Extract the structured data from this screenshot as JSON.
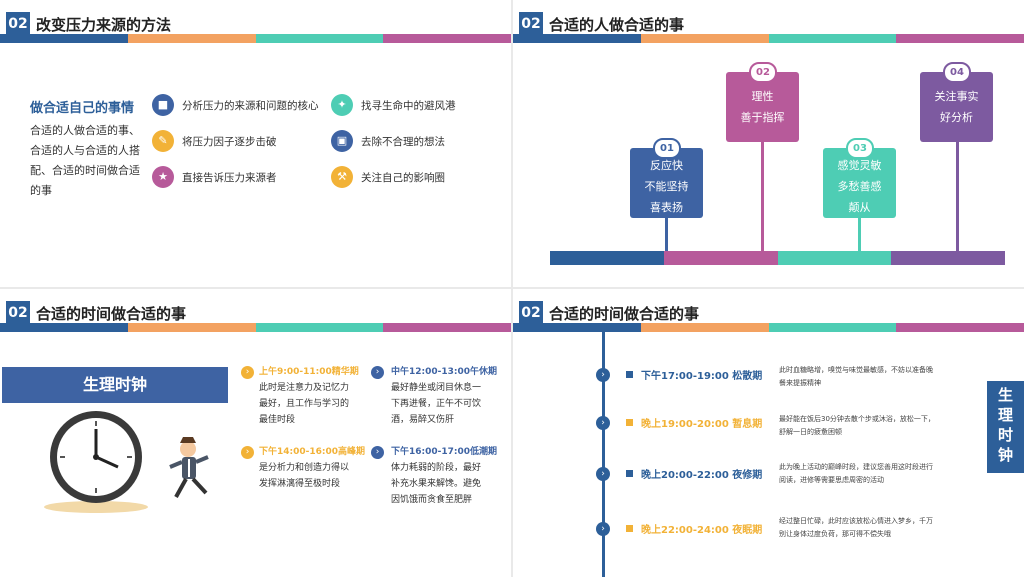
{
  "colors": {
    "blue": "#2d5f99",
    "orange": "#f3a261",
    "teal": "#4ecdb4",
    "purple": "#b75a9a",
    "yellow": "#f2b237"
  },
  "slide1": {
    "badge": "02",
    "title": "改变压力来源的方法",
    "heading": "做合适自己的事情",
    "body": "合适的人做合适的事、合适的人与合适的人搭配、合适的时间做合适的事",
    "items": [
      {
        "label": "分析压力的来源和问题的核心",
        "icon": "video-icon"
      },
      {
        "label": "找寻生命中的避风港",
        "icon": "magic-wand-icon"
      },
      {
        "label": "将压力因子逐步击破",
        "icon": "pencil-icon"
      },
      {
        "label": "去除不合理的想法",
        "icon": "briefcase-icon"
      },
      {
        "label": "直接告诉压力来源者",
        "icon": "star-icon"
      },
      {
        "label": "关注自己的影响圈",
        "icon": "hammer-icon"
      }
    ]
  },
  "slide2": {
    "badge": "02",
    "title": "合适的人做合适的事",
    "cards": [
      {
        "num": "01",
        "line1": "反应快",
        "line2": "不能坚持",
        "line3": "喜表扬"
      },
      {
        "num": "02",
        "line1": "理性",
        "line2": "善于指挥"
      },
      {
        "num": "03",
        "line1": "感觉灵敏",
        "line2": "多愁善感",
        "line3": "颠从"
      },
      {
        "num": "04",
        "line1": "关注事实",
        "line2": "好分析"
      }
    ]
  },
  "slide3": {
    "badge": "02",
    "title": "合适的时间做合适的事",
    "banner": "生理时钟",
    "blocks": [
      {
        "title": "上午9:00-11:00精华期",
        "text": [
          "此时是注意力及记忆力",
          "最好，且工作与学习的",
          "最佳时段"
        ]
      },
      {
        "title": "中午12:00-13:00午休期",
        "text": [
          "最好静坐或闭目休息一",
          "下再进餐，正午不可饮",
          "酒，易醉又伤肝"
        ]
      },
      {
        "title": "下午14:00-16:00高峰期",
        "text": [
          "是分析力和创造力得以",
          "发挥淋漓得至极时段"
        ]
      },
      {
        "title": "下午16:00-17:00低潮期",
        "text": [
          "体力耗弱的阶段，最好",
          "补充水果来解馋。避免",
          "因饥饿而贪食至肥胖"
        ]
      }
    ]
  },
  "slide4": {
    "badge": "02",
    "title": "合适的时间做合适的事",
    "side": "生理时钟",
    "items": [
      {
        "label": "下午17:00-19:00 松散期",
        "desc": "此时血糖略增，嗅觉与味觉最敏感，不妨以准备晚餐来提振精神"
      },
      {
        "label": "晚上19:00-20:00 暂息期",
        "desc": "最好能在饭后30分钟去散个步或沐浴，放松一下，舒解一日的疲惫困顿"
      },
      {
        "label": "晚上20:00-22:00 夜修期",
        "desc": "此为晚上活动的巅峰时段，建议您善用这时段进行阅读，进修等需要思虑周密的活动"
      },
      {
        "label": "晚上22:00-24:00 夜眠期",
        "desc": "经过整日忙碌，此时应该放松心情进入梦乡，千万别让身体过度负荷，那可得不偿失哦"
      }
    ]
  }
}
